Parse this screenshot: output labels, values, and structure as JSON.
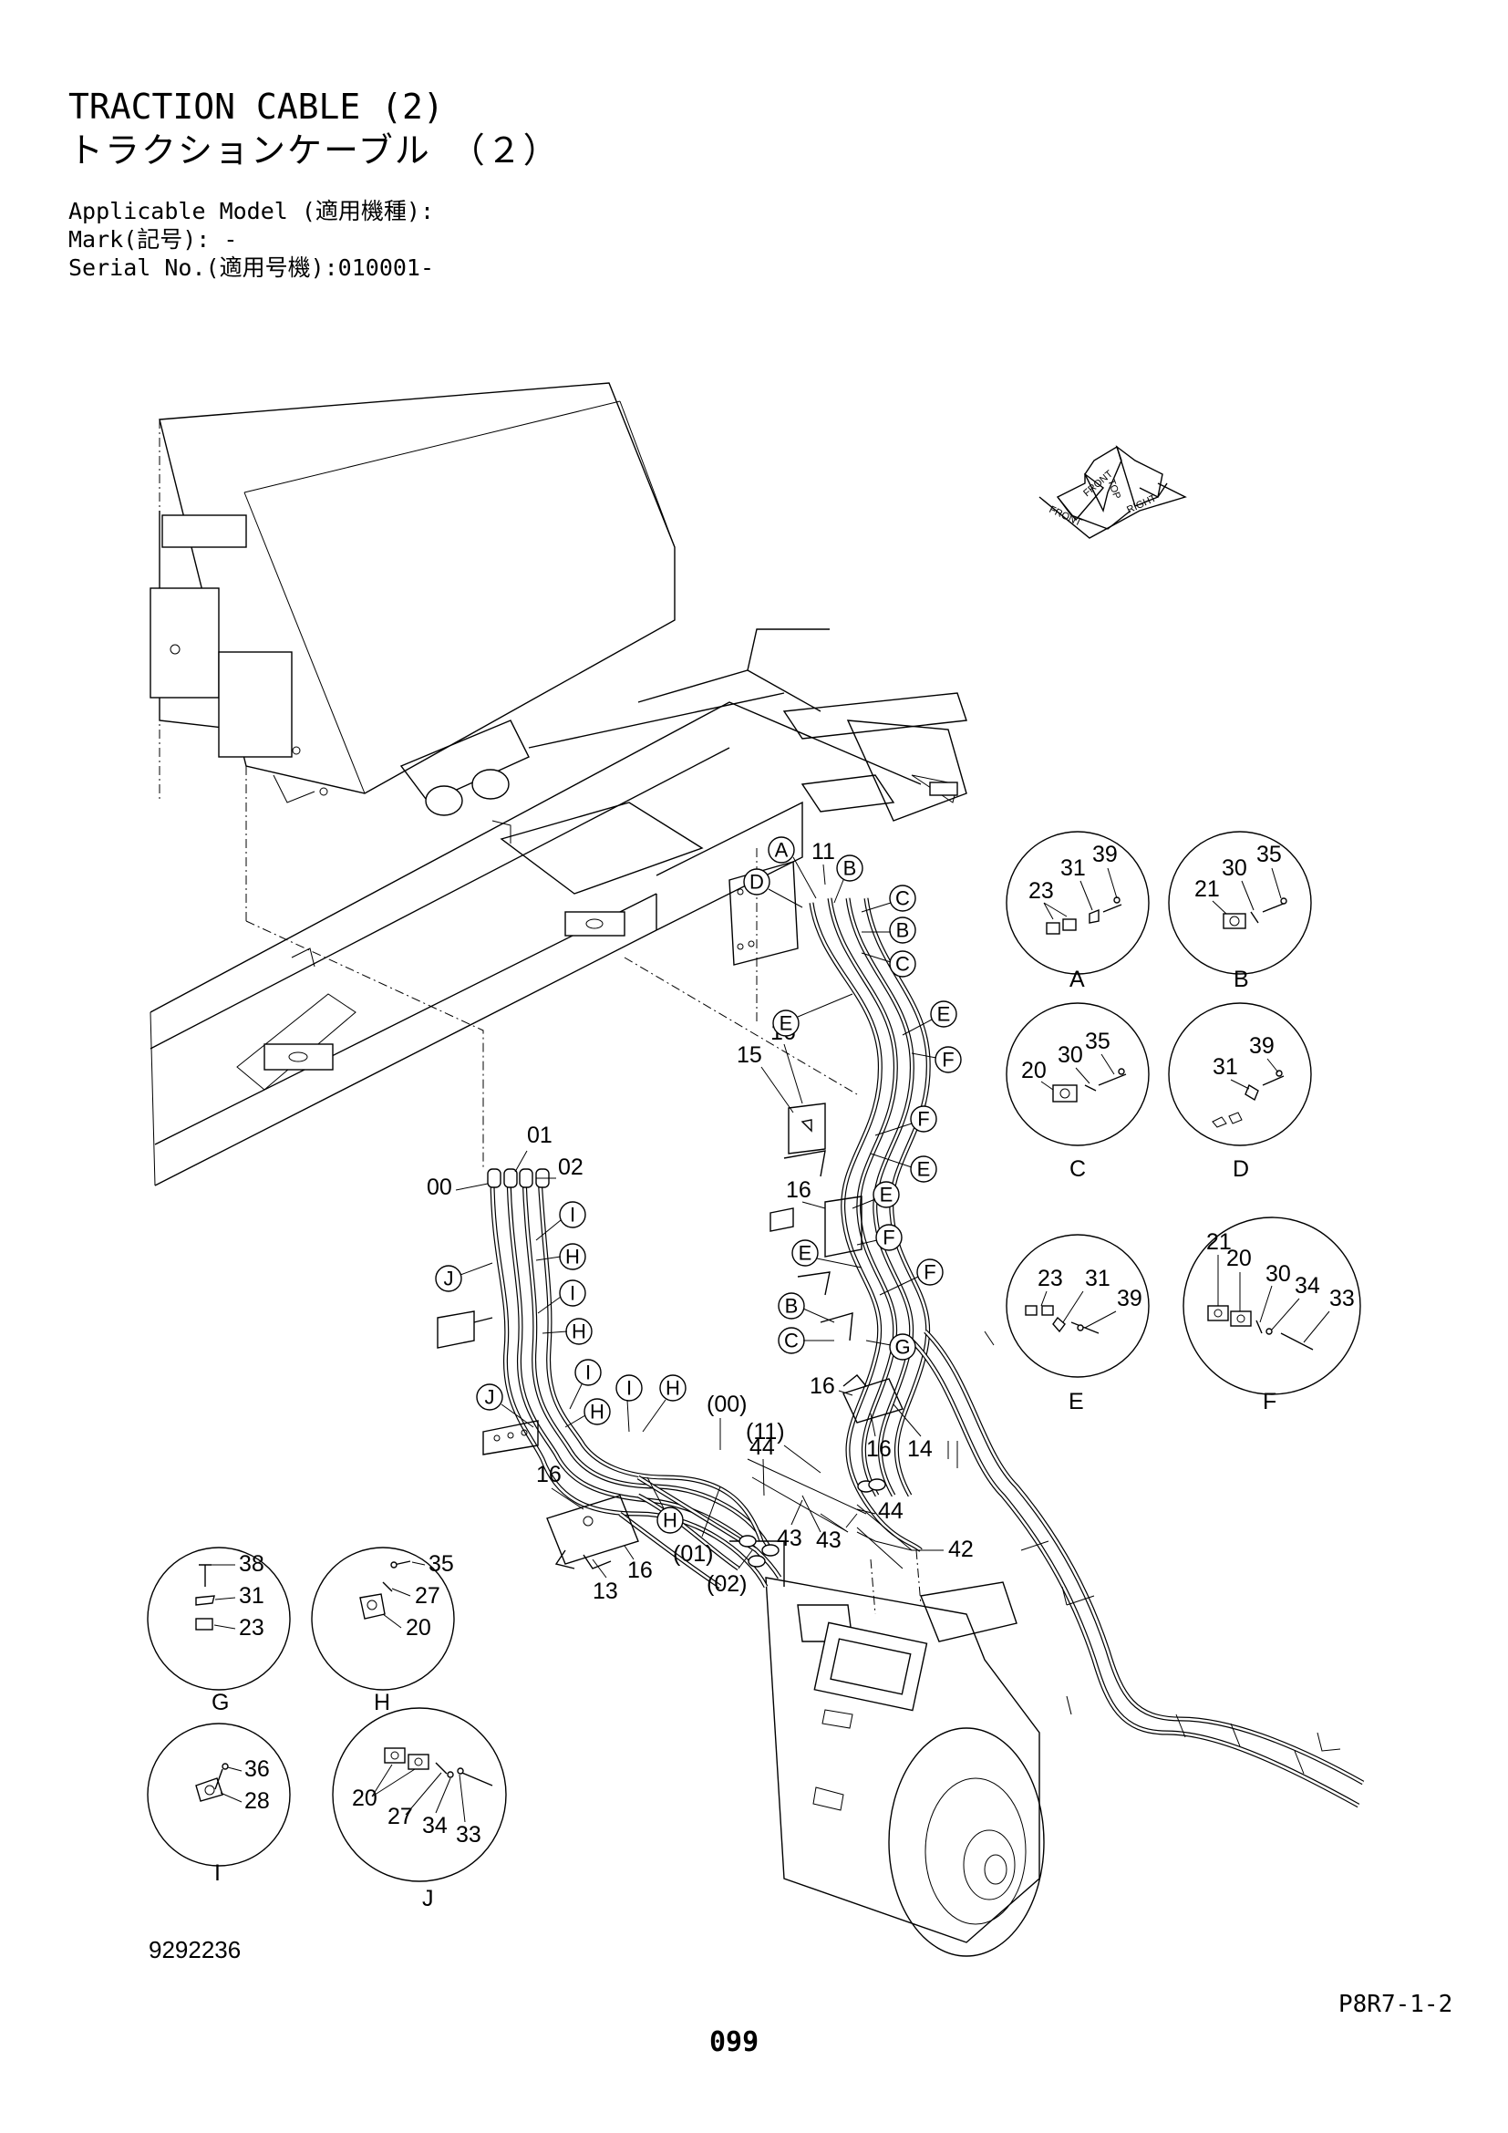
{
  "header": {
    "title_en": "TRACTION CABLE (2)",
    "title_jp": "トラクションケーブル　（２）",
    "applicable_model": "Applicable Model (適用機種):",
    "mark": "Mark(記号): -",
    "serial_no": "Serial No.(適用号機):010001-"
  },
  "orientation_icon": {
    "labels": [
      "FRONT",
      "TOP",
      "FRONT",
      "RIGHT"
    ]
  },
  "main_labels": {
    "l11": "11",
    "l15": "15",
    "l16a": "16",
    "l16b": "16",
    "l16c": "16",
    "l16d": "16",
    "l16e": "16",
    "l16f": "16",
    "l14": "14",
    "l13": "13",
    "l01": "01",
    "l02": "02",
    "l00": "00",
    "lp00": "(00)",
    "lp11": "(11)",
    "lp01": "(01)",
    "lp02": "(02)",
    "l44a": "44",
    "l44b": "44",
    "l43a": "43",
    "l43b": "43",
    "l42": "42"
  },
  "callouts": {
    "A": "A",
    "B": "B",
    "C": "C",
    "D": "D",
    "E": "E",
    "F": "F",
    "G": "G",
    "H": "H",
    "I": "I",
    "J": "J"
  },
  "details": {
    "A": {
      "caption": "A",
      "parts": [
        "23",
        "31",
        "39"
      ]
    },
    "B": {
      "caption": "B",
      "parts": [
        "21",
        "30",
        "35"
      ]
    },
    "C": {
      "caption": "C",
      "parts": [
        "20",
        "30",
        "35"
      ]
    },
    "D": {
      "caption": "D",
      "parts": [
        "31",
        "39"
      ]
    },
    "E": {
      "caption": "E",
      "parts": [
        "23",
        "31",
        "39"
      ]
    },
    "F": {
      "caption": "F",
      "parts": [
        "21",
        "20",
        "30",
        "34",
        "33"
      ]
    },
    "G": {
      "caption": "G",
      "parts": [
        "38",
        "31",
        "23"
      ]
    },
    "H": {
      "caption": "H",
      "parts": [
        "35",
        "27",
        "20"
      ]
    },
    "I": {
      "caption": "I",
      "parts": [
        "36",
        "28"
      ]
    },
    "J": {
      "caption": "J",
      "parts": [
        "20",
        "27",
        "34",
        "33"
      ]
    }
  },
  "footer": {
    "doc_no": "9292236",
    "page_ref": "P8R7-1-2",
    "page_no": "099"
  }
}
